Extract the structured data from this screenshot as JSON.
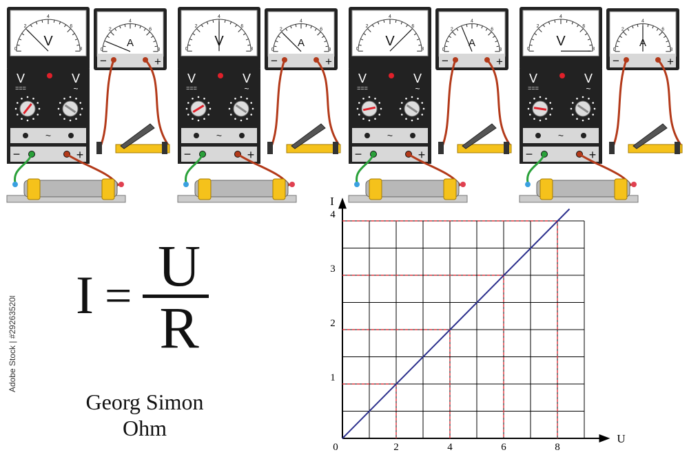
{
  "setups": [
    {
      "voltmeter": {
        "unit": "V",
        "ticks": [
          "0",
          "2",
          "4",
          "6",
          "8"
        ],
        "reading": 2
      },
      "ammeter": {
        "unit": "A",
        "ticks": [
          "0",
          "2",
          "4",
          "6",
          "8"
        ],
        "reading": 1
      },
      "supply": {
        "labels": [
          "V",
          "V"
        ],
        "symbols": [
          "===",
          "~",
          "~"
        ]
      },
      "terminals": {
        "minus": "−",
        "plus": "+"
      }
    },
    {
      "voltmeter": {
        "unit": "V",
        "ticks": [
          "0",
          "2",
          "4",
          "6",
          "8"
        ],
        "reading": 4
      },
      "ammeter": {
        "unit": "A",
        "ticks": [
          "0",
          "2",
          "4",
          "6",
          "8"
        ],
        "reading": 2
      },
      "supply": {
        "labels": [
          "V",
          "V"
        ],
        "symbols": [
          "===",
          "~",
          "~"
        ]
      },
      "terminals": {
        "minus": "−",
        "plus": "+"
      }
    },
    {
      "voltmeter": {
        "unit": "V",
        "ticks": [
          "0",
          "2",
          "4",
          "6",
          "8"
        ],
        "reading": 6
      },
      "ammeter": {
        "unit": "A",
        "ticks": [
          "0",
          "2",
          "4",
          "6",
          "8"
        ],
        "reading": 3
      },
      "supply": {
        "labels": [
          "V",
          "V"
        ],
        "symbols": [
          "===",
          "~",
          "~"
        ]
      },
      "terminals": {
        "minus": "−",
        "plus": "+"
      }
    },
    {
      "voltmeter": {
        "unit": "V",
        "ticks": [
          "0",
          "2",
          "4",
          "6",
          "8"
        ],
        "reading": 8
      },
      "ammeter": {
        "unit": "A",
        "ticks": [
          "0",
          "2",
          "4",
          "6",
          "8"
        ],
        "reading": 4
      },
      "supply": {
        "labels": [
          "V",
          "V"
        ],
        "symbols": [
          "===",
          "~",
          "~"
        ]
      },
      "terminals": {
        "minus": "−",
        "plus": "+"
      }
    }
  ],
  "formula": {
    "lhs": "I",
    "equals": "=",
    "numerator": "U",
    "denominator": "R"
  },
  "name": {
    "line1": "Georg Simon",
    "line2": "Ohm"
  },
  "watermark": "Adobe Stock | #292635208",
  "graph": {
    "x_axis_label": "U",
    "y_axis_label": "I",
    "origin_label": "0",
    "x_ticks": [
      "2",
      "4",
      "6",
      "8"
    ],
    "y_ticks": [
      "1",
      "2",
      "3",
      "4"
    ],
    "x_range": [
      0,
      9
    ],
    "y_range": [
      0,
      4
    ],
    "points": [
      [
        2,
        1
      ],
      [
        4,
        2
      ],
      [
        6,
        3
      ],
      [
        8,
        4
      ]
    ],
    "line_color": "#2a2e8c",
    "guide_color": "#e0303a",
    "grid_color": "#000000"
  },
  "colors": {
    "meter_body": "#222222",
    "meter_face": "#ffffff",
    "wire": "#b33a1a",
    "green_wire": "#2aa13a",
    "rheostat": "#f5c21b"
  }
}
